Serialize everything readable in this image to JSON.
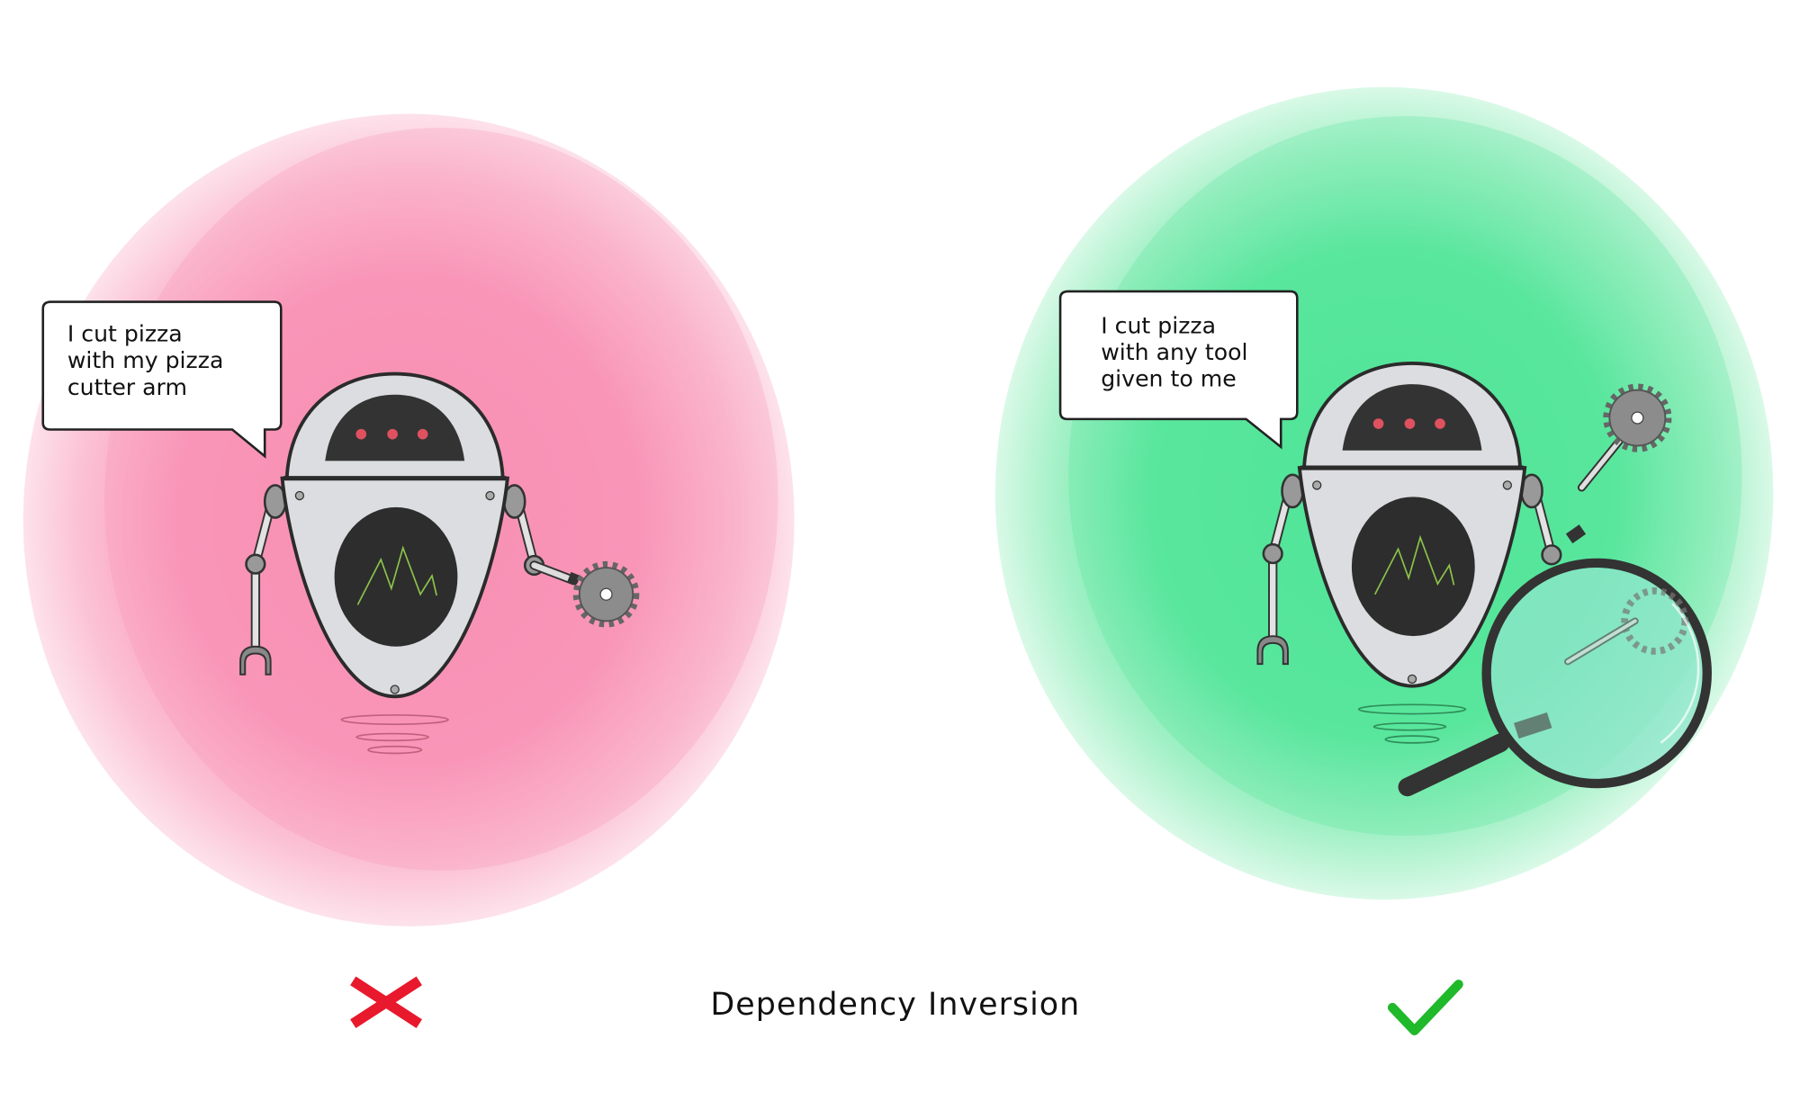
{
  "title": "Dependency Inversion",
  "left_panel": {
    "verdict": "wrong",
    "verdict_icon": "cross-icon",
    "verdict_color": "#e8192c",
    "background_color": "#f98fb3",
    "speech": [
      "I cut pizza",
      "with my pizza",
      "cutter arm"
    ]
  },
  "right_panel": {
    "verdict": "correct",
    "verdict_icon": "checkmark-icon",
    "verdict_color": "#1fb92a",
    "background_color": "#4fe597",
    "speech": [
      "I cut pizza",
      "with any tool",
      "given to me"
    ]
  }
}
